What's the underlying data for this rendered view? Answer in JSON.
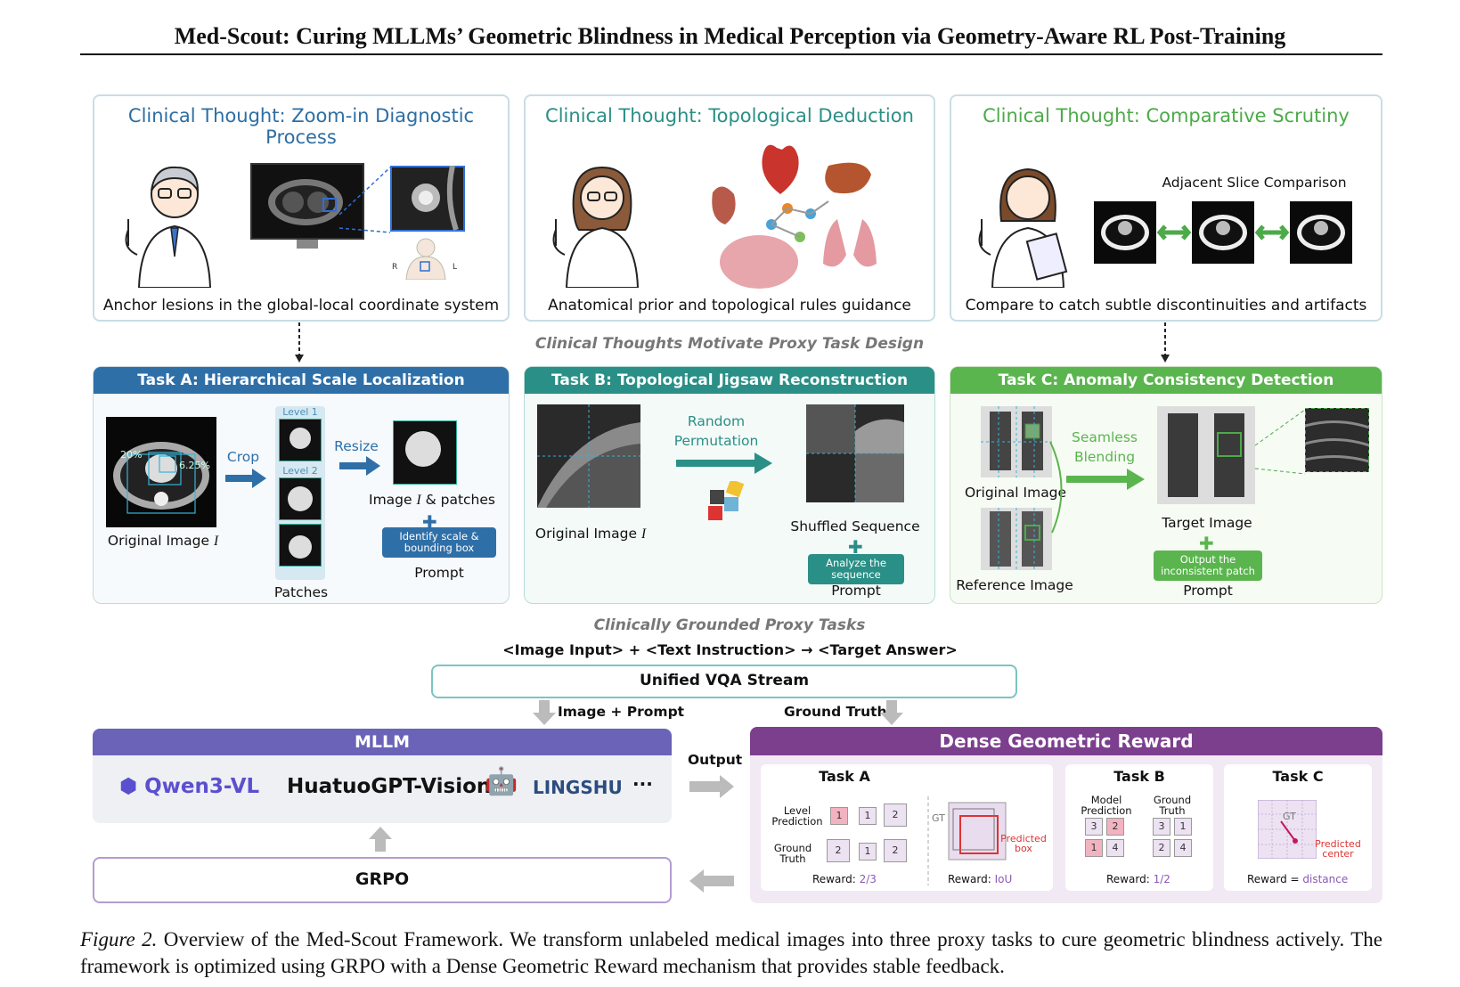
{
  "header": {
    "title": "Med-Scout: Curing MLLMs’ Geometric Blindness in Medical Perception via Geometry-Aware RL Post-Training"
  },
  "panels": [
    {
      "title": "Clinical Thought: Zoom-in Diagnostic Process",
      "caption": "Anchor lesions in the global-local coordinate system",
      "color": "#2d6ea3"
    },
    {
      "title": "Clinical Thought: Topological Deduction",
      "caption": "Anatomical prior and topological rules guidance",
      "color": "#2a8f86"
    },
    {
      "title": "Clinical Thought: Comparative Scrutiny",
      "caption": "Compare to catch subtle discontinuities and artifacts",
      "color": "#4caa48",
      "sub": "Adjacent Slice Comparison"
    }
  ],
  "mid_label_1": "Clinical Thoughts Motivate Proxy Task Design",
  "task_a": {
    "header": "Task A: Hierarchical Scale Localization",
    "color": "#2f6fa8",
    "crop": "Crop",
    "resize": "Resize",
    "level1": "Level 1",
    "level2": "Level 2",
    "pct1": "20%",
    "pct2": "6.25%",
    "original": "Original Image",
    "img_patches": "Image",
    "img_patches_rest": "& patches",
    "patches": "Patches",
    "prompt_box": "Identify scale & bounding box",
    "prompt": "Prompt",
    "i_letter": "I"
  },
  "task_b": {
    "header": "Task B: Topological Jigsaw Reconstruction",
    "color": "#2a8f86",
    "random": "Random",
    "permutation": "Permutation",
    "original": "Original Image",
    "i_letter": "I",
    "shuffled": "Shuffled Sequence",
    "prompt_box": "Analyze the sequence",
    "prompt": "Prompt"
  },
  "task_c": {
    "header": "Task C: Anomaly Consistency Detection",
    "color": "#5bb54f",
    "seamless": "Seamless",
    "blending": "Blending",
    "original": "Original Image",
    "reference": "Reference Image",
    "target": "Target Image",
    "prompt_box": "Output the inconsistent patch",
    "prompt": "Prompt"
  },
  "mid_label_2": "Clinically Grounded Proxy Tasks",
  "vqa": {
    "formula": "<Image Input> + <Text Instruction> → <Target Answer>",
    "stream": "Unified VQA Stream",
    "image_prompt": "Image + Prompt",
    "ground_truth": "Ground Truth"
  },
  "mllm": {
    "header": "MLLM",
    "qwen": "Qwen3-VL",
    "huatuo": "HuatuoGPT-Vision",
    "lingshu": "LINGSHU",
    "more": "···",
    "color": "#6a63b8"
  },
  "output_label": "Output",
  "grpo": "GRPO",
  "reward": {
    "header": "Dense Geometric Reward",
    "color": "#7c3f8e",
    "task_a": {
      "title": "Task A",
      "level_pred": "Level Prediction",
      "ground_truth": "Ground Truth",
      "pred_cells": [
        "1",
        "1",
        "2"
      ],
      "gt_cells": [
        "2",
        "1",
        "2"
      ],
      "gt": "GT",
      "pred_box": "Predicted box",
      "reward_label": "Reward:",
      "reward_val": "2/3",
      "reward2_label": "Reward:",
      "reward2_val": "IoU"
    },
    "task_b": {
      "title": "Task B",
      "model_pred": "Model Prediction",
      "ground_truth": "Ground Truth",
      "pred_grid": [
        "3",
        "2",
        "1",
        "4"
      ],
      "gt_grid": [
        "3",
        "1",
        "2",
        "4"
      ],
      "reward_label": "Reward:",
      "reward_val": "1/2"
    },
    "task_c": {
      "title": "Task C",
      "gt": "GT",
      "pred_center": "Predicted center",
      "reward_label": "Reward =",
      "reward_val": "distance"
    }
  },
  "caption": {
    "fig": "Figure 2.",
    "text": " Overview of the Med-Scout Framework. We transform unlabeled medical images into three proxy tasks to cure geometric blindness actively. The framework is optimized using GRPO with a Dense Geometric Reward mechanism that provides stable feedback."
  }
}
